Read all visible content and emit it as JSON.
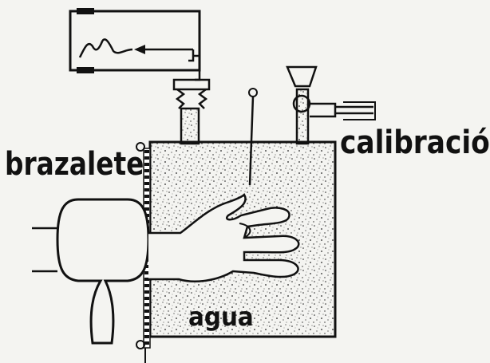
{
  "labels": {
    "calibration": "calibración",
    "cuff": "brazalete",
    "water": "agua"
  },
  "colors": {
    "ink": "#111111",
    "paper": "#f4f4f1",
    "water_speckle": "#2a2a2a"
  }
}
